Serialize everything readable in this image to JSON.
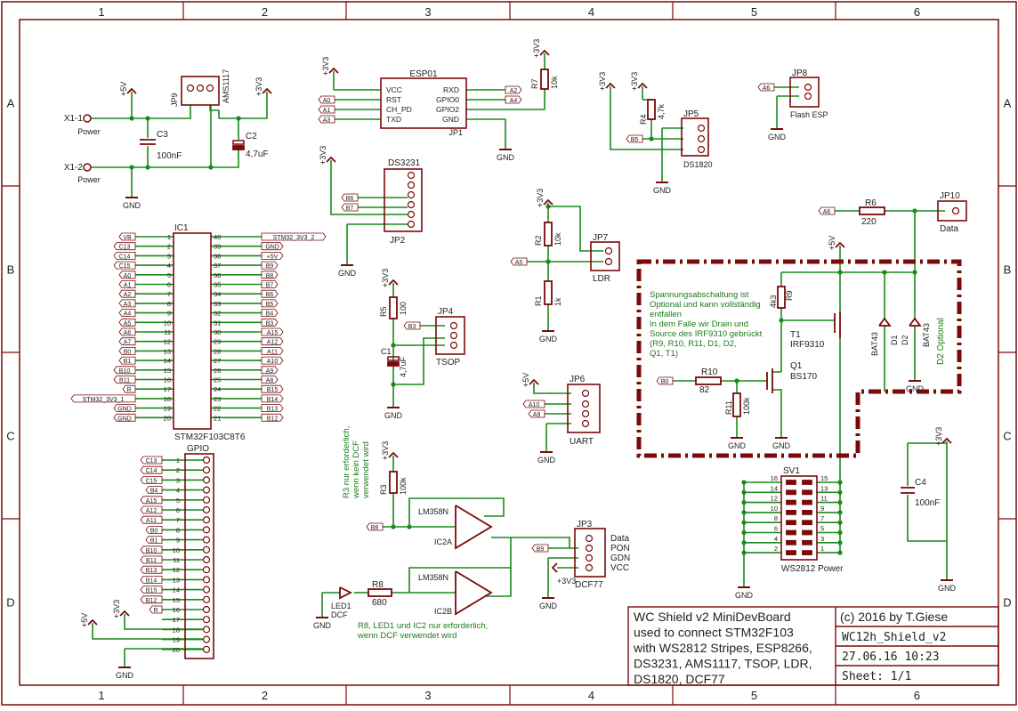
{
  "frame": {
    "columns": [
      "1",
      "2",
      "3",
      "4",
      "5",
      "6"
    ],
    "rows": [
      "A",
      "B",
      "C",
      "D"
    ]
  },
  "title_block": {
    "description": [
      "WC Shield v2 MiniDevBoard",
      "used to connect STM32F103",
      "with WS2812 Stripes, ESP8266,",
      "DS3231, AMS1117, TSOP, LDR,",
      "DS1820, DCF77"
    ],
    "copyright": "(c) 2016 by T.Giese",
    "filename": "WC12h_Shield_v2",
    "date": "27.06.16 10:23",
    "sheet": "Sheet: 1/1"
  },
  "notes": {
    "power_cutoff": [
      "Spannungsabschaltung ist",
      "Optional und kann vollständig",
      "entfallen",
      "In dem Falle wir Drain und",
      " Source des IRF9310 gebrückt",
      "(R9, R10, R11, D1, D2,",
      "Q1, T1)"
    ],
    "r3_note": [
      "R3 nur erforderlich,",
      "wenn kein DCF",
      "verwendet wird"
    ],
    "r8_note": [
      "R8, LED1 und IC2 nur erforderlich,",
      "wenn DCF verwendet wird"
    ],
    "d2_optional": "D2 Optional"
  },
  "power": {
    "x1_1": "X1-1",
    "x1_2": "X1-2",
    "power_label": "Power",
    "p5v": "+5V",
    "p3v3": "+3V3",
    "gnd": "GND"
  },
  "components": {
    "jp9": "JP9",
    "ams1117": "AMS1117",
    "c3": "C3",
    "c3_val": "100nF",
    "c2": "C2",
    "c2_val": "4,7uF",
    "esp01": "ESP01",
    "esp_left_pins": [
      "VCC",
      "RST",
      "CH_PD",
      "TXD"
    ],
    "esp_right_pins": [
      "RXD",
      "GPIO0",
      "GPIO2",
      "GND"
    ],
    "jp1": "JP1",
    "r7": "R7",
    "r7_val": "10k",
    "r4": "R4",
    "r4_val": "4,7k",
    "jp5": "JP5",
    "ds1820": "DS1820",
    "jp8": "JP8",
    "flash_esp": "Flash ESP",
    "ds3231": "DS3231",
    "jp2": "JP2",
    "r2": "R2",
    "r2_val": "10k",
    "r1": "R1",
    "r1_val": "1k",
    "jp7": "JP7",
    "ldr": "LDR",
    "r6": "R6",
    "r6_val": "220",
    "jp10": "JP10",
    "data": "Data",
    "r5": "R5",
    "r5_val": "100",
    "c1": "C1",
    "c1_val": "4,7uF",
    "jp4": "JP4",
    "tsop": "TSOP",
    "jp6": "JP6",
    "uart": "UART",
    "r9": "R9",
    "r9_val": "4k3",
    "t1": "T1",
    "t1_val": "IRF9310",
    "d1": "D1",
    "d2": "D2",
    "bat43": "BAT43",
    "q1": "Q1",
    "q1_val": "BS170",
    "r10": "R10",
    "r10_val": "82",
    "r11": "R11",
    "r11_val": "100k",
    "ic1": "IC1",
    "ic1_name": "STM32F103C8T6",
    "gpio": "GPIO",
    "r3": "R3",
    "r3_val": "100k",
    "lm358": "LM358N",
    "ic2a": "IC2A",
    "ic2b": "IC2B",
    "jp3": "JP3",
    "dcf77": "DCF77",
    "dcf_labels": [
      "Data",
      "PON",
      "GDN",
      "VCC"
    ],
    "r8": "R8",
    "r8_val": "680",
    "led1": "LED1",
    "dcf": "DCF",
    "sv1": "SV1",
    "ws2812": "WS2812 Power",
    "c4": "C4",
    "c4_val": "100nF"
  },
  "ic1_left": [
    [
      "VB",
      "1"
    ],
    [
      "C13",
      "2"
    ],
    [
      "C14",
      "3"
    ],
    [
      "C15",
      "4"
    ],
    [
      "A0",
      "5"
    ],
    [
      "A1",
      "6"
    ],
    [
      "A2",
      "7"
    ],
    [
      "A3",
      "8"
    ],
    [
      "A4",
      "9"
    ],
    [
      "A5",
      "10"
    ],
    [
      "A6",
      "11"
    ],
    [
      "A7",
      "12"
    ],
    [
      "B0",
      "13"
    ],
    [
      "B1",
      "14"
    ],
    [
      "B10",
      "15"
    ],
    [
      "B11",
      "16"
    ],
    [
      "R",
      "17"
    ],
    [
      "STM32_3V3_1",
      "18"
    ],
    [
      "GND",
      "19"
    ],
    [
      "GND",
      "20"
    ]
  ],
  "ic1_right": [
    [
      "40",
      "STM32_3V3_2"
    ],
    [
      "39",
      "GND"
    ],
    [
      "38",
      "+5V"
    ],
    [
      "37",
      "B9"
    ],
    [
      "36",
      "B8"
    ],
    [
      "35",
      "B7"
    ],
    [
      "34",
      "B6"
    ],
    [
      "33",
      "B5"
    ],
    [
      "32",
      "B4"
    ],
    [
      "31",
      "B3"
    ],
    [
      "30",
      "A15"
    ],
    [
      "29",
      "A12"
    ],
    [
      "28",
      "A11"
    ],
    [
      "27",
      "A10"
    ],
    [
      "26",
      "A9"
    ],
    [
      "25",
      "A8"
    ],
    [
      "24",
      "B15"
    ],
    [
      "23",
      "B14"
    ],
    [
      "22",
      "B13"
    ],
    [
      "21",
      "B12"
    ]
  ],
  "gpio_labels": [
    "C13",
    "C14",
    "C15",
    "B4",
    "A15",
    "A12",
    "A11",
    "B0",
    "B1",
    "B10",
    "B11",
    "B13",
    "B14",
    "B15",
    "B12",
    "R",
    "",
    "",
    "",
    ""
  ],
  "gpio_pins": [
    "1",
    "2",
    "3",
    "4",
    "5",
    "6",
    "7",
    "8",
    "9",
    "10",
    "11",
    "12",
    "13",
    "14",
    "15",
    "16",
    "17",
    "18",
    "19",
    "20"
  ],
  "sv1_left": [
    "16",
    "14",
    "12",
    "10",
    "8",
    "6",
    "4",
    "2"
  ],
  "sv1_right": [
    "15",
    "13",
    "11",
    "9",
    "7",
    "5",
    "3",
    "1"
  ],
  "net_labels": {
    "a0": "A0",
    "a1": "A1",
    "a3": "A3",
    "a2": "A2",
    "a4": "A4",
    "a6": "A6",
    "b5": "B5",
    "b6": "B6",
    "b7": "B7",
    "a5": "A5",
    "a8": "A8",
    "b3": "B3",
    "a10": "A10",
    "a9": "A9",
    "b0": "B0",
    "b8": "B8",
    "b9": "B9"
  },
  "colors": {
    "wire": "#1a8a1a",
    "part": "#7a0a0a",
    "text": "#222222",
    "note": "#1a7a1a",
    "frame": "#7a0a0a"
  }
}
